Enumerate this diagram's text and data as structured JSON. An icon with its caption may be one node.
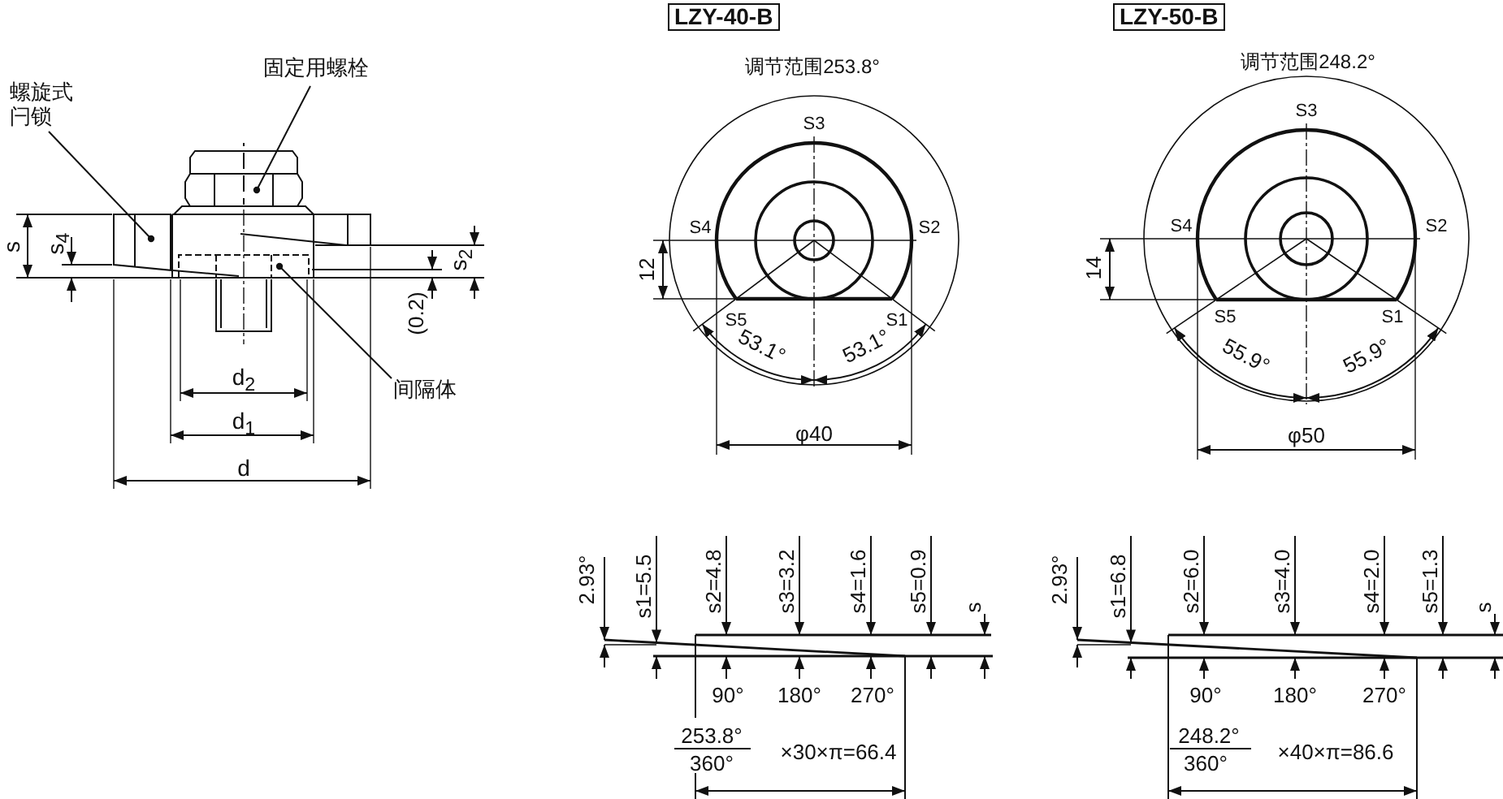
{
  "diagram": {
    "nodes": [
      {
        "text": [
          "螺旋式闩锁"
        ]
      },
      {
        "text": [],
        "shape": "picture"
      },
      {
        "text": [
          "固定用螺栓"
        ]
      },
      {
        "text": [],
        "shape": "picture"
      },
      {
        "text": [
          "间隔体"
        ]
      },
      {
        "text": [],
        "shape": "picture"
      },
      {
        "text": [
          "LZY-40-B"
        ]
      },
      {
        "text": [
          "LZY-50-B"
        ]
      }
    ],
    "edges": [
      {
        "from": 0,
        "to": 1,
        "arrow": "other"
      },
      {
        "from": 2,
        "to": 3,
        "arrow": "other"
      },
      {
        "from": 4,
        "to": 5,
        "arrow": "other"
      }
    ],
    "labels": [
      "s",
      "s$_{4}$",
      "s$_{2}$",
      "(0.2)",
      "d$_{2}$",
      "d$_{1}$",
      "d",
      "调节范围253.8°",
      "S3",
      "S4",
      "S2",
      "12",
      "S5",
      "S1",
      "53.1°",
      "53.1°",
      "φ40",
      "调节范围248.2°",
      "S3",
      "S4",
      "S2",
      "14",
      "S5",
      "S1",
      "55.9°",
      "55.9°",
      "φ50",
      "2.93°",
      "s1=5.5",
      "s2=4.8",
      "s3=3.2",
      "s4=1.6",
      "s5=0.9",
      "s",
      "90°",
      "180°",
      "270°",
      "253.8°",
      "360°",
      "×30×π=66.4",
      "2.93°",
      "s1=6.8",
      "s2=6.0",
      "s3=4.0",
      "s4=2.0",
      "s5=1.3",
      "s",
      "90°",
      "180°",
      "270°",
      "248.2°",
      "360°",
      "×40×π=86.6"
    ]
  }
}
